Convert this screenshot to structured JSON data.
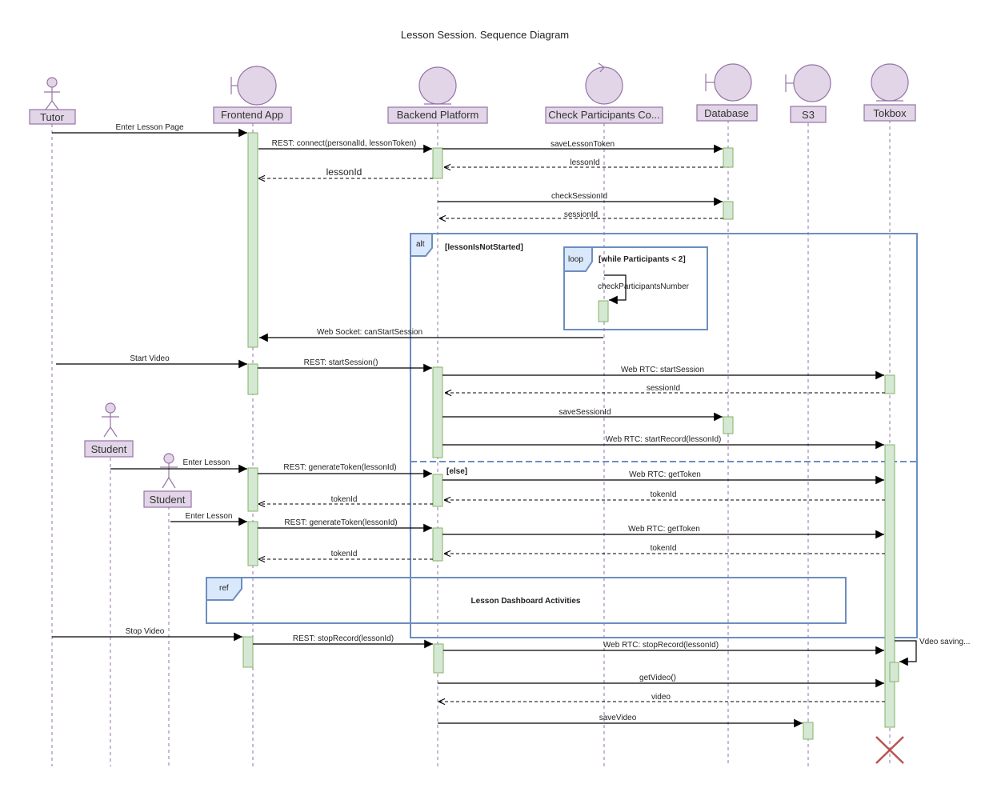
{
  "title": "Lesson Session. Sequence Diagram",
  "participants": [
    {
      "id": "tutor",
      "label": "Tutor",
      "kind": "actor"
    },
    {
      "id": "frontend",
      "label": "Frontend App",
      "kind": "boundary"
    },
    {
      "id": "backend",
      "label": "Backend Platform",
      "kind": "entity"
    },
    {
      "id": "checker",
      "label": "Check Participants Co...",
      "kind": "control"
    },
    {
      "id": "database",
      "label": "Database",
      "kind": "boundary"
    },
    {
      "id": "s3",
      "label": "S3",
      "kind": "boundary"
    },
    {
      "id": "tokbox",
      "label": "Tokbox",
      "kind": "entity"
    },
    {
      "id": "student1",
      "label": "Student",
      "kind": "actor"
    },
    {
      "id": "student2",
      "label": "Student",
      "kind": "actor"
    }
  ],
  "fragments": {
    "alt": {
      "tag": "alt",
      "guard": "[lessonIsNotStarted]",
      "else_guard": "[else]"
    },
    "loop": {
      "tag": "loop",
      "guard": "[while Participants < 2]"
    },
    "ref": {
      "tag": "ref",
      "text": "Lesson Dashboard Activities"
    }
  },
  "messages": [
    {
      "text": "Enter Lesson Page",
      "type": "sync"
    },
    {
      "text": "REST: connect(personalId, lessonToken)",
      "type": "sync"
    },
    {
      "text": "saveLessonToken",
      "type": "sync"
    },
    {
      "text": "lessonId",
      "type": "return"
    },
    {
      "text": "lessonId",
      "type": "return"
    },
    {
      "text": "checkSessionId",
      "type": "sync"
    },
    {
      "text": "sessionId",
      "type": "return"
    },
    {
      "text": "checkParticipantsNumber",
      "type": "self"
    },
    {
      "text": "Web Socket: canStartSession",
      "type": "sync"
    },
    {
      "text": "Start Video",
      "type": "sync"
    },
    {
      "text": "REST: startSession()",
      "type": "sync"
    },
    {
      "text": "Web RTC: startSession",
      "type": "sync"
    },
    {
      "text": "sessionId",
      "type": "return"
    },
    {
      "text": "saveSessionId",
      "type": "sync"
    },
    {
      "text": "Web RTC: startRecord(lessonId)",
      "type": "sync"
    },
    {
      "text": "Enter Lesson",
      "type": "sync"
    },
    {
      "text": "REST: generateToken(lessonId)",
      "type": "sync"
    },
    {
      "text": "Web RTC: getToken",
      "type": "sync"
    },
    {
      "text": "tokenId",
      "type": "return"
    },
    {
      "text": "tokenId",
      "type": "return"
    },
    {
      "text": "Enter Lesson",
      "type": "sync"
    },
    {
      "text": "REST: generateToken(lessonId)",
      "type": "sync"
    },
    {
      "text": "Web RTC: getToken",
      "type": "sync"
    },
    {
      "text": "tokenId",
      "type": "return"
    },
    {
      "text": "tokenId",
      "type": "return"
    },
    {
      "text": "Stop Video",
      "type": "sync"
    },
    {
      "text": "REST: stopRecord(lessonId)",
      "type": "sync"
    },
    {
      "text": "Web RTC: stopRecord(lessonId)",
      "type": "sync"
    },
    {
      "text": "Vdeo saving...",
      "type": "self"
    },
    {
      "text": "getVideo()",
      "type": "sync"
    },
    {
      "text": "video",
      "type": "return"
    },
    {
      "text": "saveVideo",
      "type": "sync"
    }
  ],
  "colors": {
    "participant_fill": "#e1d5e7",
    "participant_stroke": "#9673a6",
    "activation_fill": "#d5e8d4",
    "activation_stroke": "#82b366",
    "fragment_stroke": "#6c8ebf",
    "fragment_tag_fill": "#dae8fc",
    "destroy": "#b85450"
  }
}
